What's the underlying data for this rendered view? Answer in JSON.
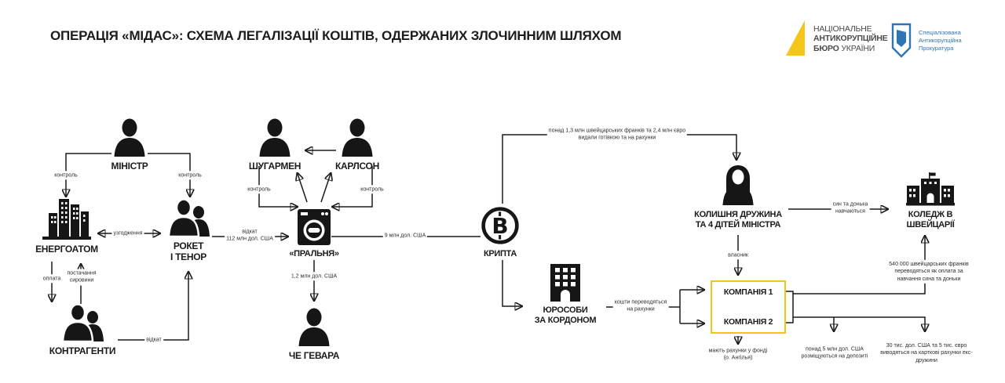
{
  "header": {
    "title": "ОПЕРАЦІЯ «МІДАС»: СХЕМА ЛЕГАЛІЗАЦІЇ КОШТІВ, ОДЕРЖАНИХ ЗЛОЧИННИМ ШЛЯХОМ",
    "nabu": {
      "line1": "НАЦІОНАЛЬНЕ",
      "line2": "АНТИКОРУПЦІЙНЕ",
      "line3_bold": "БЮРО",
      "line3_rest": "УКРАЇНИ"
    },
    "sap": {
      "line1": "Спеціалізована",
      "line2": "Антикорупційна",
      "line3": "Прокуратура"
    }
  },
  "colors": {
    "accent_yellow": "#f5c51a",
    "sap_blue": "#2e75b6",
    "ink": "#1a1a1a"
  },
  "nodes": {
    "minister": {
      "label": "МІНІСТР"
    },
    "energoatom": {
      "label": "ЕНЕРГОАТОМ"
    },
    "rocket_tenor": {
      "label1": "РОКЕТ",
      "label2": "І ТЕНОР"
    },
    "contractors": {
      "label": "КОНТРАГЕНТИ"
    },
    "sugarmen": {
      "label": "ШУГАРМЕН"
    },
    "karlson": {
      "label": "КАРЛСОН"
    },
    "laundry": {
      "label": "«ПРАЛЬНЯ»"
    },
    "che_gevara": {
      "label": "ЧЕ ГЕВАРА"
    },
    "crypto": {
      "label": "КРИПТА",
      "symbol": "B"
    },
    "ex_wife": {
      "label1": "КОЛИШНЯ ДРУЖИНА",
      "label2": "ТА 4 ДІТЕЙ МІНІСТРА"
    },
    "college": {
      "label1": "КОЛЕДЖ В",
      "label2": "ШВЕЙЦАРІЇ"
    },
    "foreign_entities": {
      "label1": "ЮРОСОБИ",
      "label2": "ЗА КОРДОНОМ"
    },
    "company1": {
      "label": "КОМПАНІЯ 1"
    },
    "company2": {
      "label": "КОМПАНІЯ 2"
    }
  },
  "edges": {
    "control_minister_energoatom": "контроль",
    "control_minister_rocket": "контроль",
    "agreement": "узгодження",
    "payment": "оплата",
    "supply": "постачання сировини",
    "kickback": "відкат",
    "kickback_laundry_line1": "відкат",
    "kickback_laundry_line2": "112 млн дол. США",
    "control_sugarmen": "контроль",
    "control_karlson": "контроль",
    "laundry_to_che": "1,2 млн дол. США",
    "laundry_to_crypto": "9 млн дол. США",
    "crypto_to_wife_line1": "понад 1,3 млн швейцарських франків та 2,4 млн євро",
    "crypto_to_wife_line2": "видали готівкою та на рахунки",
    "wife_to_college_line1": "син та донька",
    "wife_to_college_line2": "навчаються",
    "owner": "власник",
    "transfer_line1": "кошти переводяться",
    "transfer_line2": "на рахунки",
    "tuition": "540 000 швейцарських франків переводяться як оплата за навчання сина та доньки",
    "fund_line1": "мають рахунки у фонді",
    "fund_line2": "(о. Ангілья)",
    "deposit": "понад 5 млн дол. США розміщуються на депозиті",
    "cards": "30 тис. дол. США та 5 тис. євро виводяться на карткові рахунки екс-дружини"
  }
}
